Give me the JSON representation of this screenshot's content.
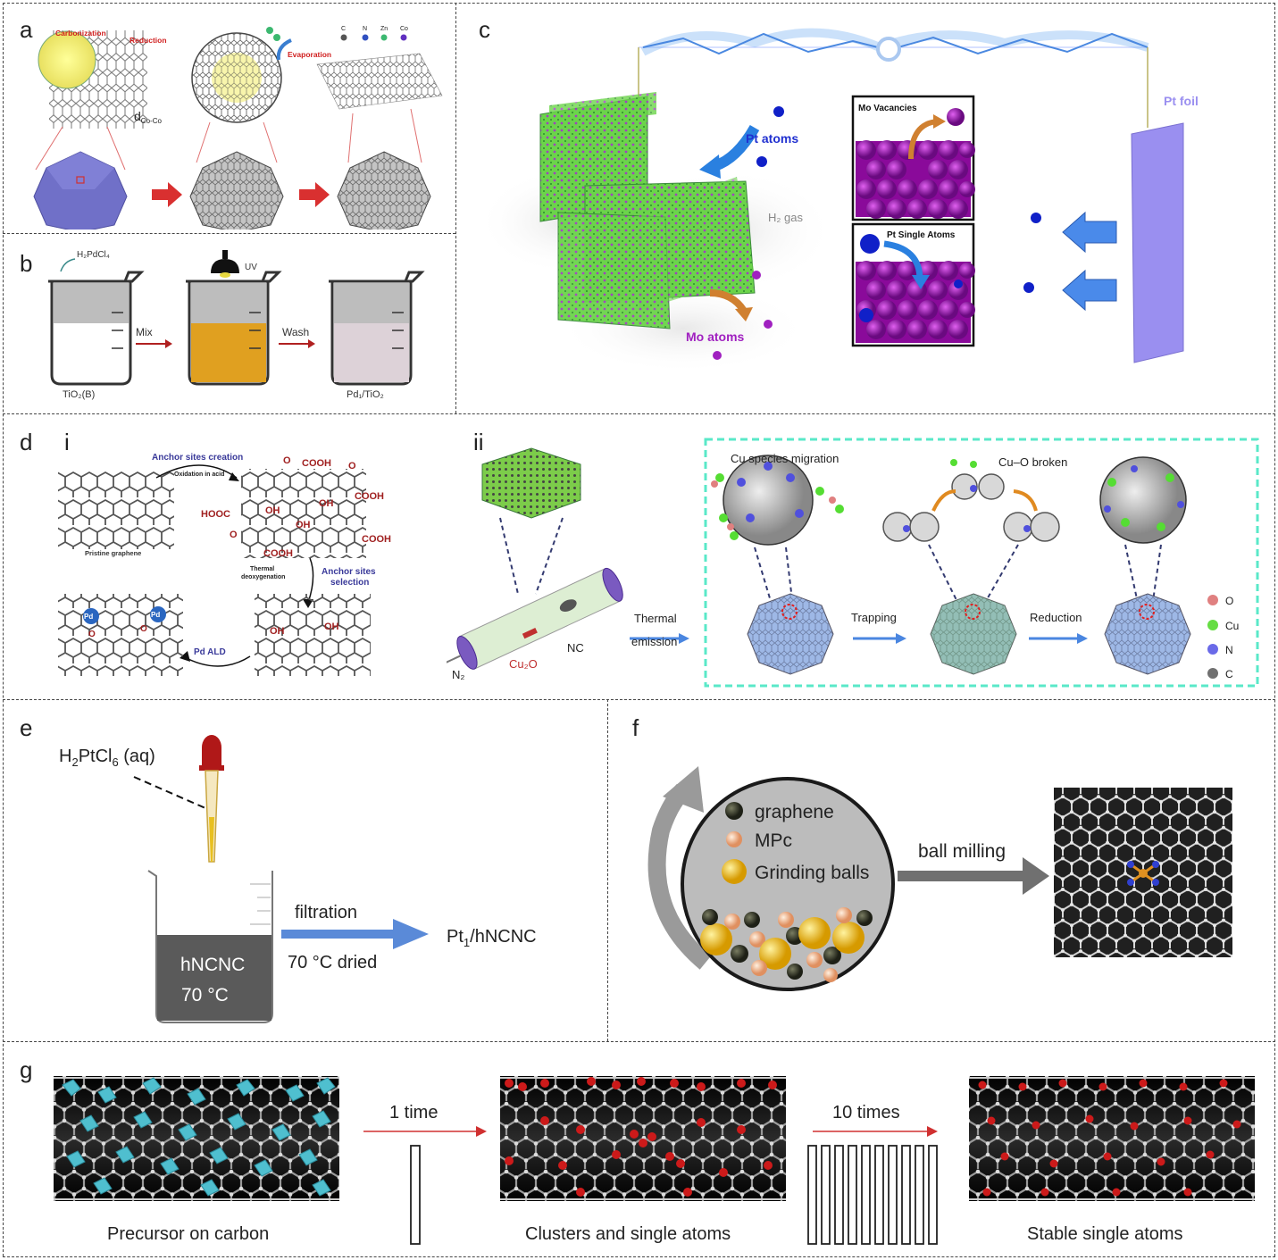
{
  "panels": {
    "a": {
      "letter": "a",
      "carbonization": "Carbonization",
      "reduction": "Reduction",
      "evaporation": "Evaporation",
      "dco_main": "d",
      "dco_sub": "Co-Co",
      "legend": [
        "C",
        "N",
        "Zn",
        "Co"
      ]
    },
    "b": {
      "letter": "b",
      "precursor": "H₂PdCl₄",
      "uv": "UV",
      "mix": "Mix",
      "wash": "Wash",
      "support": "TiO₂(B)",
      "product": "Pd₁/TiO₂"
    },
    "c": {
      "letter": "c",
      "pt_atoms": "Pt atoms",
      "mo_atoms": "Mo atoms",
      "h2_gas": "H₂ gas",
      "pt_foil": "Pt foil",
      "mo_vacancies": "Mo Vacancies",
      "pt_single_atoms": "Pt Single Atoms"
    },
    "d": {
      "letter": "d",
      "sub_i": "i",
      "sub_ii": "ii",
      "anchor_creation": "Anchor sites creation",
      "oxidation": "Oxidation in acid",
      "pristine": "Pristine graphene",
      "thermal_deox": "Thermal deoxygenation",
      "anchor_selection": "Anchor sites selection",
      "pd_ald": "Pd ALD",
      "cooh": "COOH",
      "hooc": "HOOC",
      "oh": "OH",
      "o": "O",
      "pd": "Pd",
      "n2": "N₂",
      "cu2o": "Cu₂O",
      "nc": "NC",
      "thermal_emission_1": "Thermal",
      "thermal_emission_2": "emission",
      "trapping": "Trapping",
      "reduction": "Reduction",
      "cu_migration": "Cu species migration",
      "cuo_broken": "Cu–O broken",
      "legend": [
        {
          "label": "O",
          "color": "#e08080"
        },
        {
          "label": "Cu",
          "color": "#66dd44"
        },
        {
          "label": "N",
          "color": "#6a6ae8"
        },
        {
          "label": "C",
          "color": "#707070"
        }
      ]
    },
    "e": {
      "letter": "e",
      "precursor": "H₂PtCl₆ (aq)",
      "support": "hNCNC",
      "temp": "70 °C",
      "filtration": "filtration",
      "dried": "70 °C dried",
      "product": "Pt₁/hNCNC"
    },
    "f": {
      "letter": "f",
      "legend": [
        {
          "label": "graphene",
          "color": "#3a3d2c"
        },
        {
          "label": "MPc",
          "color": "#f2b98a"
        },
        {
          "label": "Grinding balls",
          "color": "#f0b800"
        }
      ],
      "process": "ball milling"
    },
    "g": {
      "letter": "g",
      "step1": "1 time",
      "step2": "10 times",
      "caption1": "Precursor on carbon",
      "caption2": "Clusters and single atoms",
      "caption3": "Stable single atoms"
    }
  },
  "colors": {
    "graphene_dark": "#2a2a2a",
    "mo_purple": "#a020c0",
    "pt_blue": "#1020c8",
    "cyan_precursor": "#4fbfcf",
    "red_atom": "#cc1a1a",
    "arrow_blue": "#4a86e0",
    "arrow_red": "#d03030"
  }
}
